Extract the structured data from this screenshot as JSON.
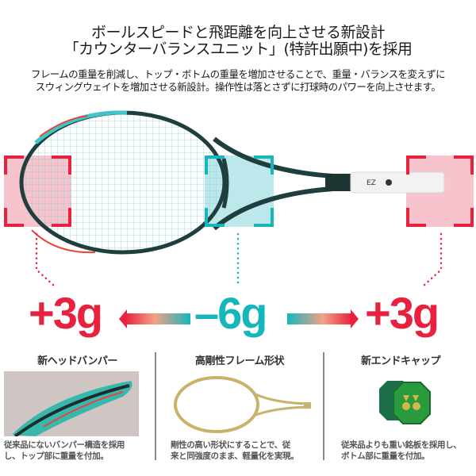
{
  "headline": {
    "line1": "ボールスピードと飛距離を向上させる新設計",
    "line2": "「カウンターバランスユニット」(特許出願中)を採用"
  },
  "description": {
    "line1": "フレームの重量を削減し、トップ・ボトムの重量を増加させることで、重量・バランスを変えずに",
    "line2": "スウィングウェイトを増加させる新設計。操作性は落とさずに打球時のパワーを向上させます。"
  },
  "weights": {
    "top": "+3g",
    "frame": "–6g",
    "bottom": "+3g"
  },
  "colors": {
    "accent_red": "#e8213f",
    "accent_teal": "#16b6bd",
    "highlight_red": "#f7c3cc",
    "highlight_teal": "#bde8eb"
  },
  "features": [
    {
      "title": "新ヘッドバンパー",
      "text1": "従来品にないバンパー構造を採用",
      "text2": "し、トップ部に重量を付加。"
    },
    {
      "title": "高剛性フレーム形状",
      "text1": "剛性の高い形状にすることで、従",
      "text2": "来と同強度のまま、軽量化を実現。"
    },
    {
      "title": "新エンドキャップ",
      "text1": "従来品よりも重い銘板を採用し、",
      "text2": "ボトム部に重量を付加。"
    }
  ]
}
